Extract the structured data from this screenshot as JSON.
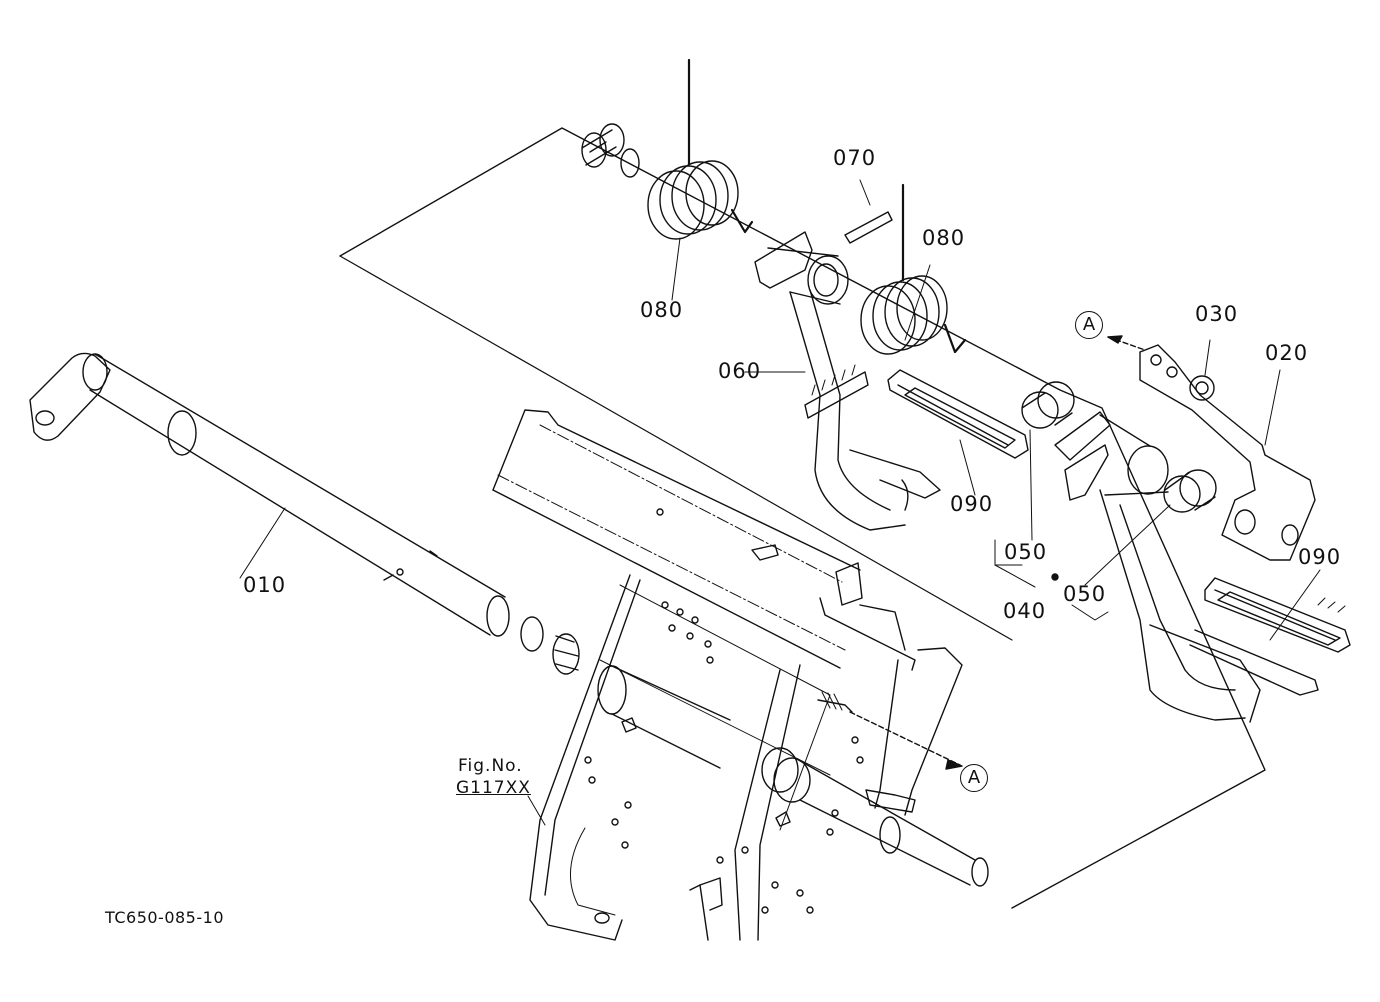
{
  "parts": {
    "p010": "010",
    "p020": "020",
    "p030": "030",
    "p040": "040",
    "p050a": "050",
    "p050b": "050",
    "p060": "060",
    "p070": "070",
    "p080a": "080",
    "p080b": "080",
    "p090a": "090",
    "p090b": "090"
  },
  "markers": {
    "a_top": "A",
    "a_bottom": "A"
  },
  "figure_ref": {
    "line1": "Fig.No.",
    "line2": "G117XX"
  },
  "drawing_code": "TC650-085-10"
}
